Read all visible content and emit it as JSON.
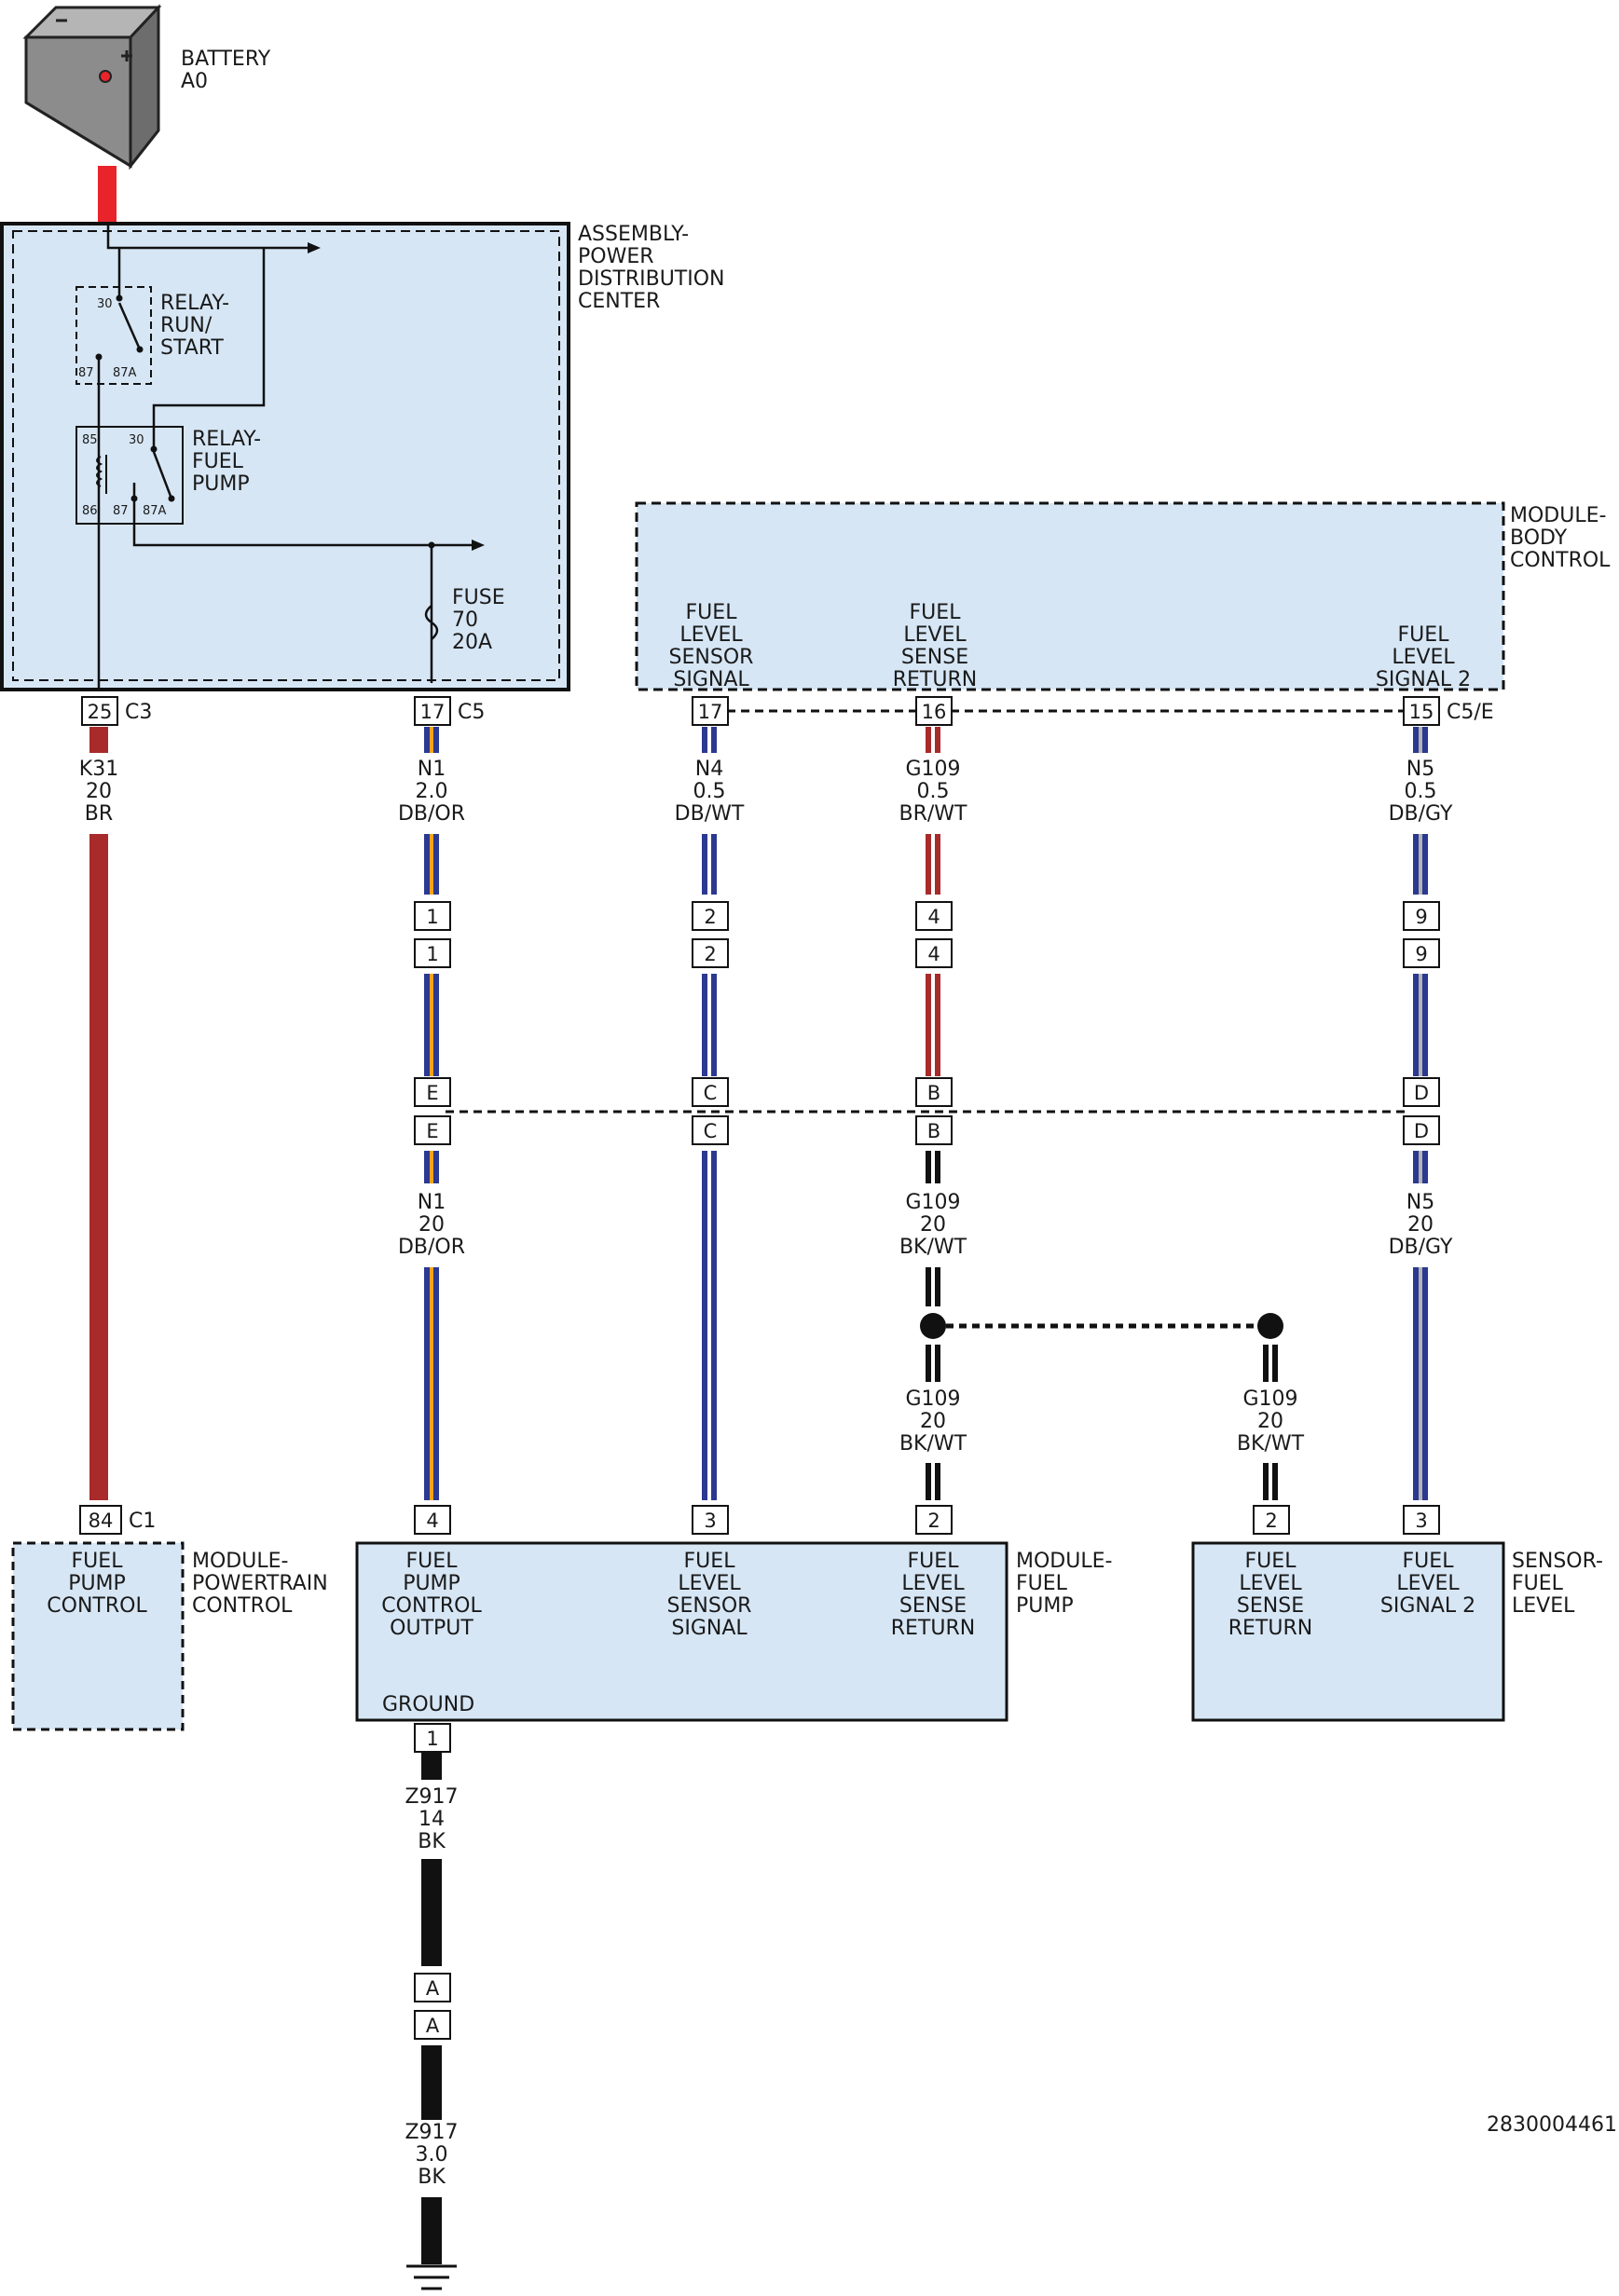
{
  "battery": {
    "name": "BATTERY",
    "code": "A0"
  },
  "pdc": {
    "name_lines": [
      "ASSEMBLY-",
      "POWER",
      "DISTRIBUTION",
      "CENTER"
    ],
    "relay_run_start": {
      "label_lines": [
        "RELAY-",
        "RUN/",
        "START"
      ],
      "pins": [
        "30",
        "87",
        "87A"
      ]
    },
    "relay_fuel_pump": {
      "label_lines": [
        "RELAY-",
        "FUEL",
        "PUMP"
      ],
      "pins": [
        "85",
        "30",
        "86",
        "87",
        "87A"
      ]
    },
    "fuse": {
      "label_lines": [
        "FUSE",
        "70",
        "20A"
      ]
    }
  },
  "bcm": {
    "name_lines": [
      "MODULE-",
      "BODY",
      "CONTROL"
    ],
    "terminals": [
      {
        "lines": [
          "FUEL",
          "LEVEL",
          "SENSOR",
          "SIGNAL"
        ]
      },
      {
        "lines": [
          "FUEL",
          "LEVEL",
          "SENSE",
          "RETURN"
        ]
      },
      {
        "lines": [
          "FUEL",
          "LEVEL",
          "SIGNAL 2"
        ]
      }
    ]
  },
  "pcm": {
    "name_lines": [
      "MODULE-",
      "POWERTRAIN",
      "CONTROL"
    ],
    "terminal_lines": [
      "FUEL",
      "PUMP",
      "CONTROL"
    ],
    "pin": "84",
    "connector": "C1"
  },
  "fpm": {
    "name_lines": [
      "MODULE-",
      "FUEL",
      "PUMP"
    ],
    "terminals": [
      {
        "lines": [
          "FUEL",
          "PUMP",
          "CONTROL",
          "OUTPUT"
        ]
      },
      {
        "lines": [
          "FUEL",
          "LEVEL",
          "SENSOR",
          "SIGNAL"
        ]
      },
      {
        "lines": [
          "FUEL",
          "LEVEL",
          "SENSE",
          "RETURN"
        ]
      }
    ],
    "ground_label": "GROUND"
  },
  "sensor": {
    "name_lines": [
      "SENSOR-",
      "FUEL",
      "LEVEL"
    ],
    "terminals": [
      {
        "lines": [
          "FUEL",
          "LEVEL",
          "SENSE",
          "RETURN"
        ]
      },
      {
        "lines": [
          "FUEL",
          "LEVEL",
          "SIGNAL 2"
        ]
      }
    ]
  },
  "connectors": {
    "c3": "C3",
    "c5": "C5",
    "c5e": "C5/E"
  },
  "pins": {
    "pdc_k31": "25",
    "pdc_n1": "17",
    "bcm_n4": "17",
    "bcm_g109": "16",
    "bcm_n5": "15",
    "in1_n1": "1",
    "in1_n4": "2",
    "in1_g109": "4",
    "in1_n5": "9",
    "in2_n1": "E",
    "in2_n4": "C",
    "in2_g109": "B",
    "in2_n5": "D",
    "fpm_n1": "4",
    "fpm_n4": "3",
    "fpm_g109": "2",
    "sensor_g109": "2",
    "sensor_n5": "3",
    "fpm_ground": "1",
    "ground_in": "A"
  },
  "wires": {
    "k31": {
      "lines": [
        "K31",
        "20",
        "BR"
      ],
      "colors": [
        "#a82a2a"
      ]
    },
    "n1_upper": {
      "lines": [
        "N1",
        "2.0",
        "DB/OR"
      ],
      "colors": [
        "#2b3990",
        "#f7a21b"
      ]
    },
    "n4_upper": {
      "lines": [
        "N4",
        "0.5",
        "DB/WT"
      ],
      "colors": [
        "#2b3990",
        "#ffffff"
      ]
    },
    "g109_upper": {
      "lines": [
        "G109",
        "0.5",
        "BR/WT"
      ],
      "colors": [
        "#a82a2a",
        "#ffffff"
      ]
    },
    "n5_upper": {
      "lines": [
        "N5",
        "0.5",
        "DB/GY"
      ],
      "colors": [
        "#2b3990",
        "#b3b3b3"
      ]
    },
    "n1_lower": {
      "lines": [
        "N1",
        "20",
        "DB/OR"
      ]
    },
    "g109_lower": {
      "lines": [
        "G109",
        "20",
        "BK/WT"
      ],
      "colors": [
        "#111111",
        "#ffffff"
      ]
    },
    "n5_lower": {
      "lines": [
        "N5",
        "20",
        "DB/GY"
      ]
    },
    "g109_to_module": {
      "lines": [
        "G109",
        "20",
        "BK/WT"
      ]
    },
    "g109_to_sensor": {
      "lines": [
        "G109",
        "20",
        "BK/WT"
      ]
    },
    "z917_upper": {
      "lines": [
        "Z917",
        "14",
        "BK"
      ],
      "colors": [
        "#111111"
      ]
    },
    "z917_lower": {
      "lines": [
        "Z917",
        "3.0",
        "BK"
      ]
    }
  },
  "battery_feed_color": "#e8242a",
  "module_fill": "#d6e6f5",
  "doc_number": "2830004461"
}
